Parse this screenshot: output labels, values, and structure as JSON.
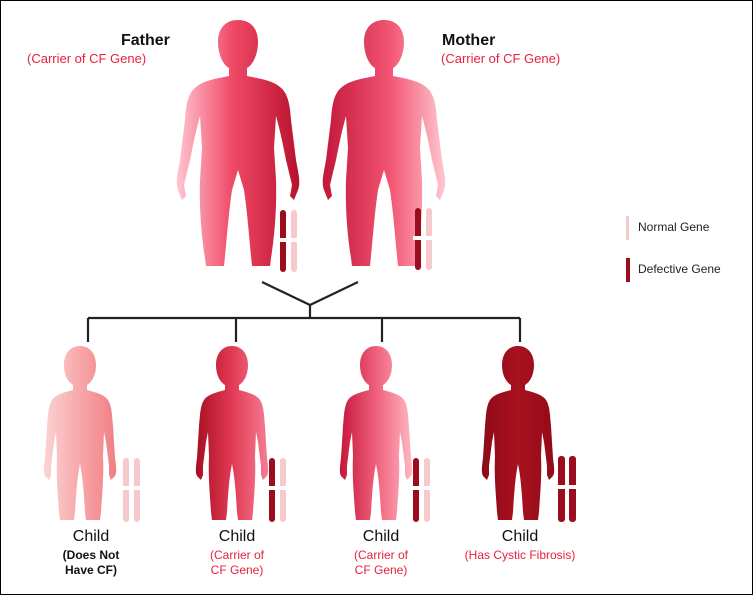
{
  "colors": {
    "carrier_red": "#e8203c",
    "defective_gene": "#9a0c1e",
    "normal_gene": "#f6c9cd",
    "affected_body": "#a50d1c",
    "unaffected_body": "#f7b5b5"
  },
  "parents": [
    {
      "role": "father",
      "name": "Father",
      "status": "(Carrier of CF Gene)"
    },
    {
      "role": "mother",
      "name": "Mother",
      "status": "(Carrier of CF Gene)"
    }
  ],
  "children": [
    {
      "name": "Child",
      "status_lines": [
        "(Does Not",
        "Have CF)"
      ],
      "status_color": "black",
      "genes": [
        "normal",
        "normal"
      ]
    },
    {
      "name": "Child",
      "status_lines": [
        "(Carrier of",
        "CF Gene)"
      ],
      "status_color": "red",
      "genes": [
        "defective",
        "normal"
      ]
    },
    {
      "name": "Child",
      "status_lines": [
        "(Carrier of",
        "CF Gene)"
      ],
      "status_color": "red",
      "genes": [
        "defective",
        "normal"
      ]
    },
    {
      "name": "Child",
      "status_lines": [
        "(Has Cystic Fibrosis)"
      ],
      "status_color": "red",
      "genes": [
        "defective",
        "defective"
      ]
    }
  ],
  "legend": {
    "normal": "Normal Gene",
    "defective": "Defective Gene"
  }
}
